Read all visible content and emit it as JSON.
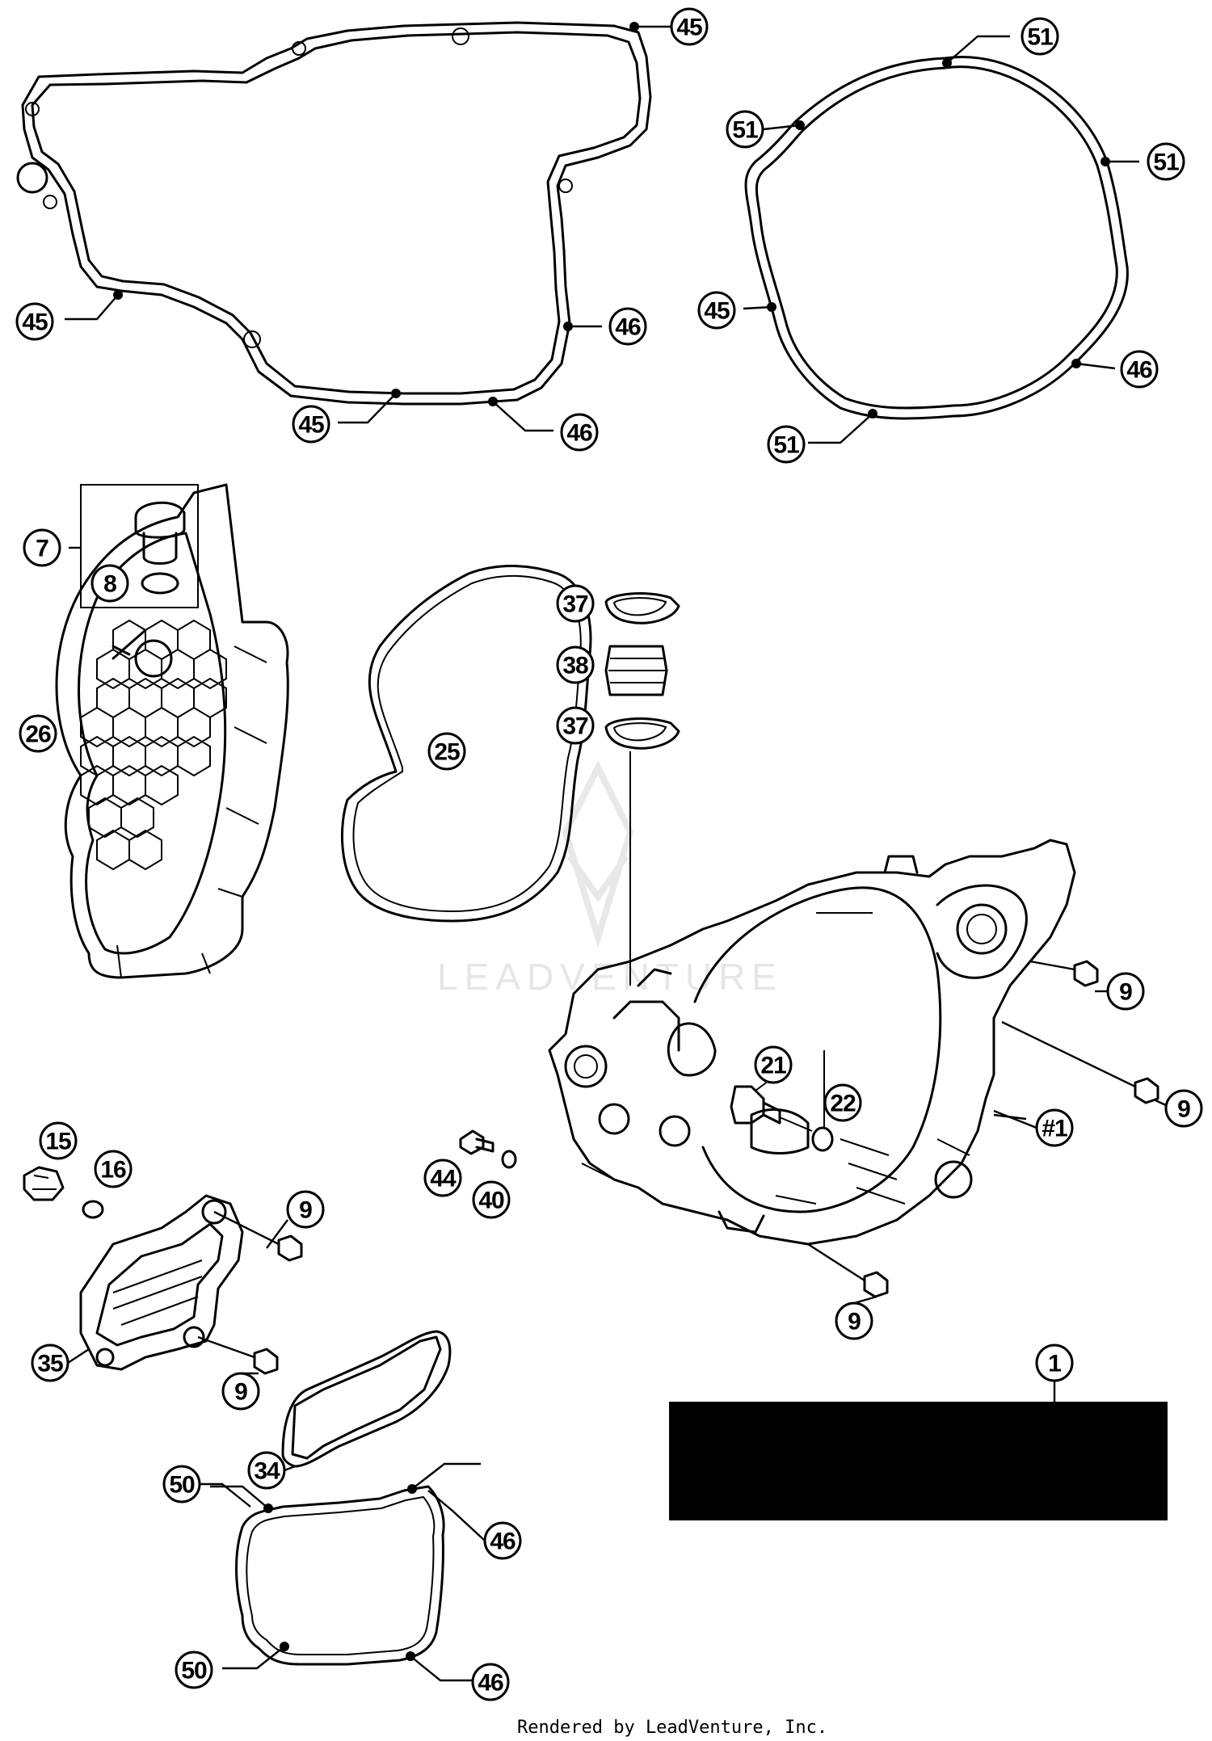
{
  "callouts": {
    "c45a": "45",
    "c51a": "51",
    "c51b": "51",
    "c51c": "51",
    "c45b": "45",
    "c46a": "46",
    "c45c": "45",
    "c46b": "46",
    "c45d": "45",
    "c46c": "46",
    "c51d": "51",
    "c7": "7",
    "c8": "8",
    "c26": "26",
    "c25": "25",
    "c37a": "37",
    "c38": "38",
    "c37b": "37",
    "c9a": "9",
    "c9b": "9",
    "c21": "21",
    "c22": "22",
    "c1hash": "#1",
    "c15": "15",
    "c16": "16",
    "c44": "44",
    "c40": "40",
    "c9c": "9",
    "c9d": "9",
    "c9e": "9",
    "c35": "35",
    "c34": "34",
    "c1": "1",
    "c50a": "50",
    "c46d": "46",
    "c50b": "50",
    "c46e": "46"
  },
  "watermark": "LEADVENTURE",
  "footer": "Rendered by LeadVenture, Inc."
}
